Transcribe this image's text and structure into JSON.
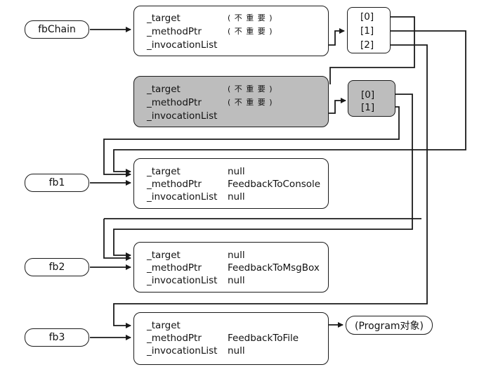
{
  "variables": {
    "fbChain": "fbChain",
    "fb1": "fb1",
    "fb2": "fb2",
    "fb3": "fb3"
  },
  "fields": {
    "target": "_target",
    "methodPtr": "_methodPtr",
    "invocationList": "_invocationList"
  },
  "unimportant": "( 不 重 要 )",
  "null_text": "null",
  "delegates": {
    "fb1_method": "FeedbackToConsole",
    "fb2_method": "FeedbackToMsgBox",
    "fb3_method": "FeedbackToFile"
  },
  "array3": [
    "[0]",
    "[1]",
    "[2]"
  ],
  "array2": [
    "[0]",
    "[1]"
  ],
  "program_object": "(Program对象)",
  "colors": {
    "line": "#1a1a1a",
    "shaded_fill": "#bdbdbd"
  }
}
